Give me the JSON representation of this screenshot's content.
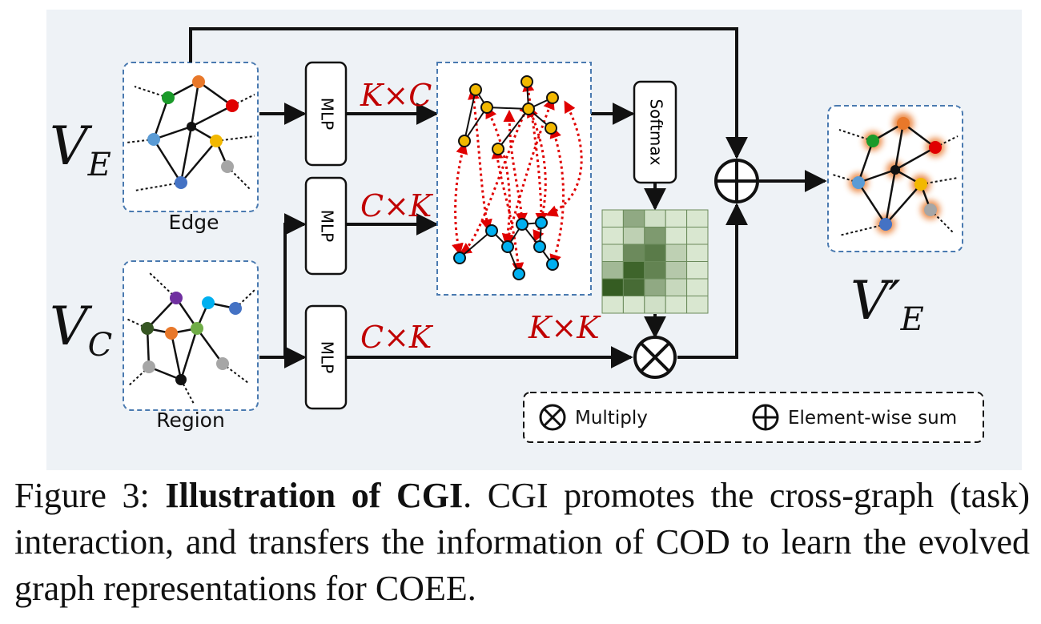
{
  "inputs": {
    "edge_symbol": "V",
    "edge_subscript": "E",
    "region_symbol": "V",
    "region_subscript": "C",
    "edge_label": "Edge",
    "region_label": "Region"
  },
  "blocks": {
    "mlp_label": "MLP",
    "softmax_label": "Softmax"
  },
  "dimensions": {
    "top": "K×C",
    "middle": "C×K",
    "bottom": "C×K",
    "matrix": "K×K"
  },
  "output": {
    "symbol": "V′",
    "subscript": "E"
  },
  "legend": {
    "multiply": "Multiply",
    "sum": "Element-wise sum"
  },
  "caption": {
    "prefix": "Figure 3: ",
    "bold": "Illustration of CGI",
    "rest": ". CGI promotes the cross-graph (task) interaction, and transfers the information of COD to learn the evolved graph representations for COEE."
  },
  "colors": {
    "node_red": "#e00000",
    "node_orange": "#e8782a",
    "node_green": "#1a9a2a",
    "node_blue": "#5a9bd5",
    "node_yellow": "#f2b800",
    "node_gray": "#a6a6a6",
    "node_purple": "#7030a0",
    "node_cyan": "#00b0f0",
    "node_darkgreen": "#375623",
    "node_lightgreen": "#70ad47",
    "panel_bg": "#eef2f6",
    "arrow_red": "#e00000",
    "dim_text": "#c00000"
  },
  "attention_matrix": [
    [
      0.05,
      0.45,
      0.1,
      0.05,
      0.05
    ],
    [
      0.05,
      0.2,
      0.55,
      0.05,
      0.05
    ],
    [
      0.1,
      0.65,
      0.75,
      0.2,
      0.05
    ],
    [
      0.35,
      0.9,
      0.7,
      0.25,
      0.05
    ],
    [
      0.95,
      0.85,
      0.45,
      0.15,
      0.05
    ],
    [
      0.05,
      0.05,
      0.1,
      0.05,
      0.05
    ]
  ]
}
